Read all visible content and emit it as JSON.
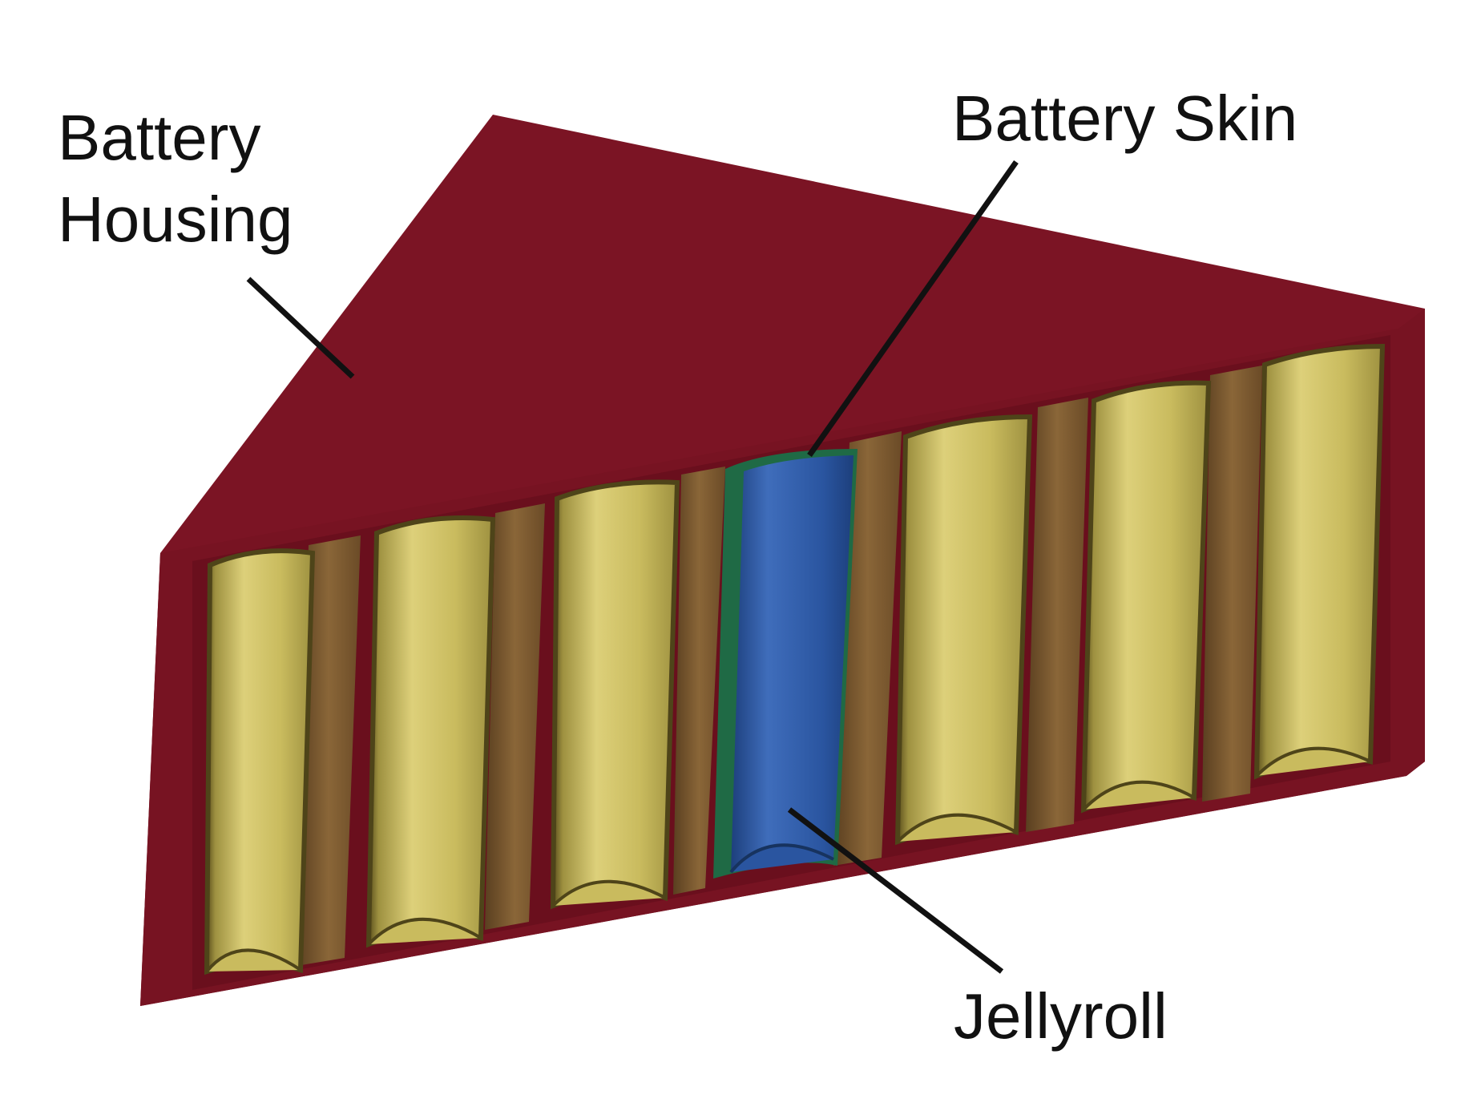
{
  "labels": {
    "housing_line1": "Battery",
    "housing_line2": "Housing",
    "skin": "Battery Skin",
    "jellyroll": "Jellyroll"
  },
  "colors": {
    "housing": "#7b1424",
    "housing_shadow": "#6a0f1d",
    "cell": "#c9bb5e",
    "cell_highlight": "#ddd07a",
    "cell_shadow": "#9e9140",
    "cell_dark_edge": "#4e4419",
    "separator": "#7b5a32",
    "separator_dark": "#5a3f20",
    "jellyroll": "#2a55a0",
    "jellyroll_highlight": "#3f6dbb",
    "skin": "#1f6a45",
    "leader_line": "#111111"
  },
  "cells": {
    "count": 7,
    "highlighted_index": 3
  }
}
